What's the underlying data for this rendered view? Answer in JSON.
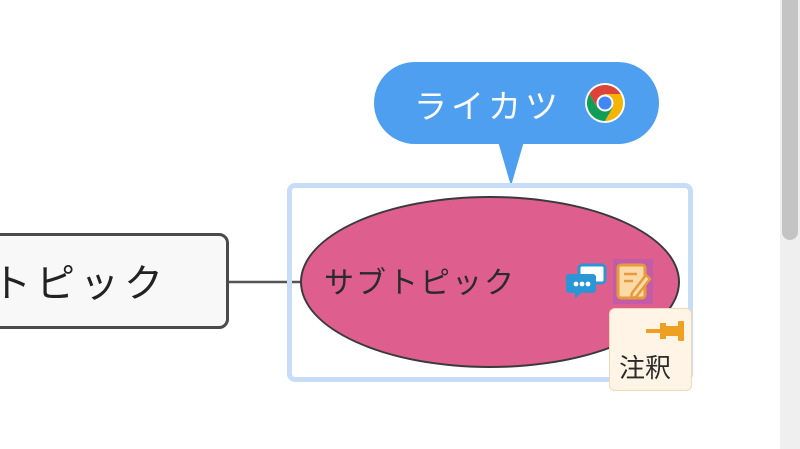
{
  "main_topic": {
    "label": "トピック"
  },
  "subtopic": {
    "label": "サブトピック",
    "fill_color": "#de5f8d"
  },
  "callout": {
    "label": "ライカツ",
    "fill_color": "#4f9ff0",
    "icon": "chrome-icon"
  },
  "markers": {
    "comment": "comment-icon",
    "note": "note-icon"
  },
  "annotation": {
    "label": "注釈",
    "icon": "pin-icon"
  },
  "selection": {
    "color": "#c7dcf6"
  }
}
